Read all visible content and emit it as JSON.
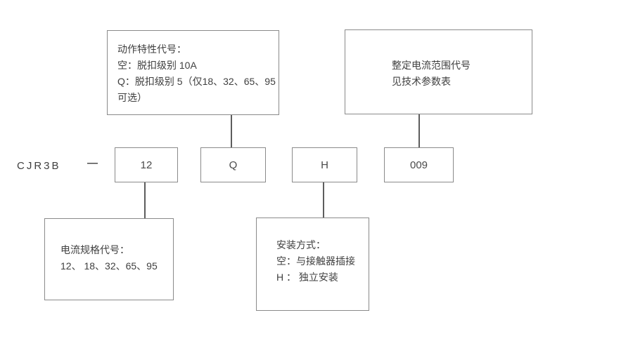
{
  "model": {
    "prefix": "CJR3B",
    "separator_dash": "—",
    "codes": [
      "12",
      "Q",
      "H",
      "009"
    ]
  },
  "callouts": {
    "action_characteristic": {
      "line1": "动作特性代号：",
      "line2": "空：脱扣级别 10A",
      "line3": "Q：脱扣级别 5（仅18、32、65、95",
      "line4": "可选）"
    },
    "setting_current_range": {
      "line1": "整定电流范围代号",
      "line2": "见技术参数表"
    },
    "current_spec": {
      "line1": "电流规格代号：",
      "line2": "12、  18、32、65、95"
    },
    "mounting_mode": {
      "line1": "安装方式：",
      "line2": "空：与接触器插接",
      "line3": "H ： 独立安装"
    }
  },
  "colors": {
    "background": "#ffffff",
    "box_border": "#8a8a8a",
    "connector_line": "#5d5d5d",
    "text": "#3f3f3f"
  }
}
